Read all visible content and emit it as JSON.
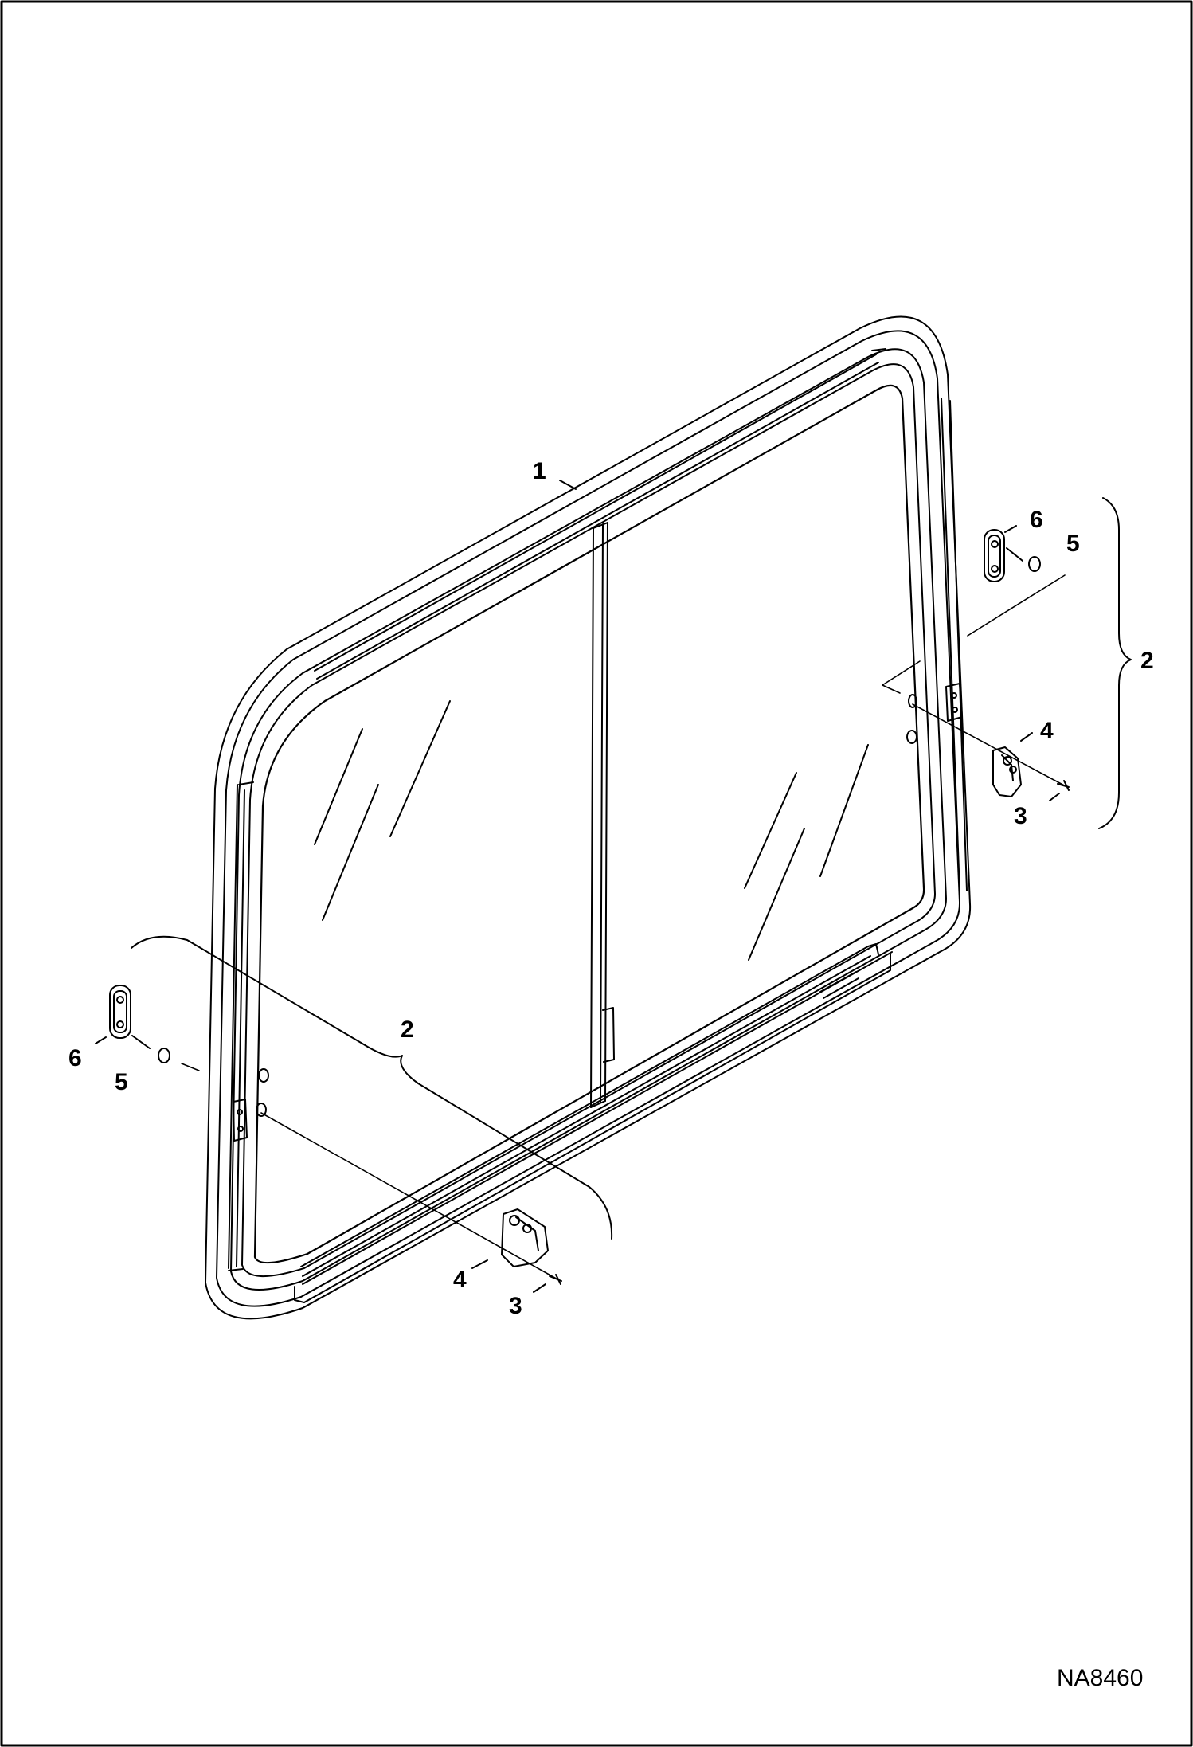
{
  "figure": {
    "id_label": "NA8460"
  },
  "callouts": {
    "window_assembly": "1",
    "latch_kit_right": "2",
    "latch_kit_left": "2",
    "screw_right": "3",
    "screw_left": "3",
    "latch_right": "4",
    "latch_left": "4",
    "washer_right": "5",
    "washer_left": "5",
    "handle_right": "6",
    "handle_left": "6"
  },
  "colors": {
    "line": "#000000",
    "background": "#ffffff"
  }
}
